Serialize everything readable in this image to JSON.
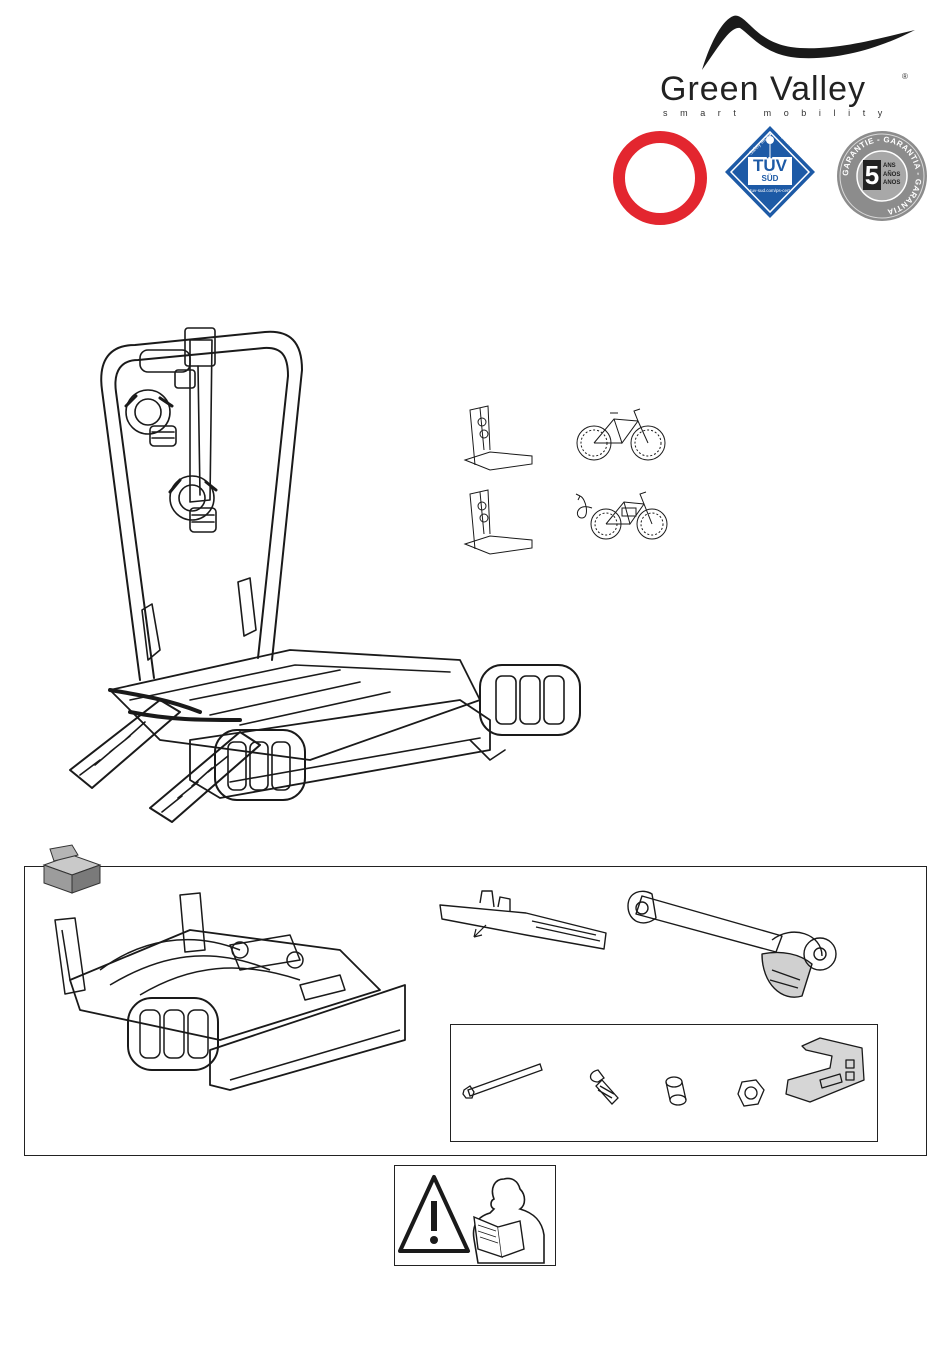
{
  "brand": {
    "name": "Green Valley",
    "tagline": "smart mobility",
    "registered": "®"
  },
  "badges": {
    "tuv": {
      "top_left": "Safety tested",
      "top_right": "Production monitored",
      "main": "TÜV",
      "sub": "SÜD",
      "url": "tuv-sud.com/ps-cert"
    },
    "warranty": {
      "ring": "GARANTIE - GARANTIA - GARANTIA",
      "number": "5",
      "lines": [
        "ANS",
        "AÑOS",
        "ANOS"
      ]
    }
  },
  "colors": {
    "ring_red": "#e3262f",
    "tuv_blue": "#1d5aa6",
    "warranty_gray": "#8c8c8c",
    "line": "#1a1a1a"
  },
  "icons": {
    "empty_circle": "red-ring-icon",
    "tuv": "tuv-sud-certification-icon",
    "warranty": "warranty-5-years-icon",
    "box": "box-contents-icon",
    "warning": "warning-triangle-read-manual-icon"
  }
}
